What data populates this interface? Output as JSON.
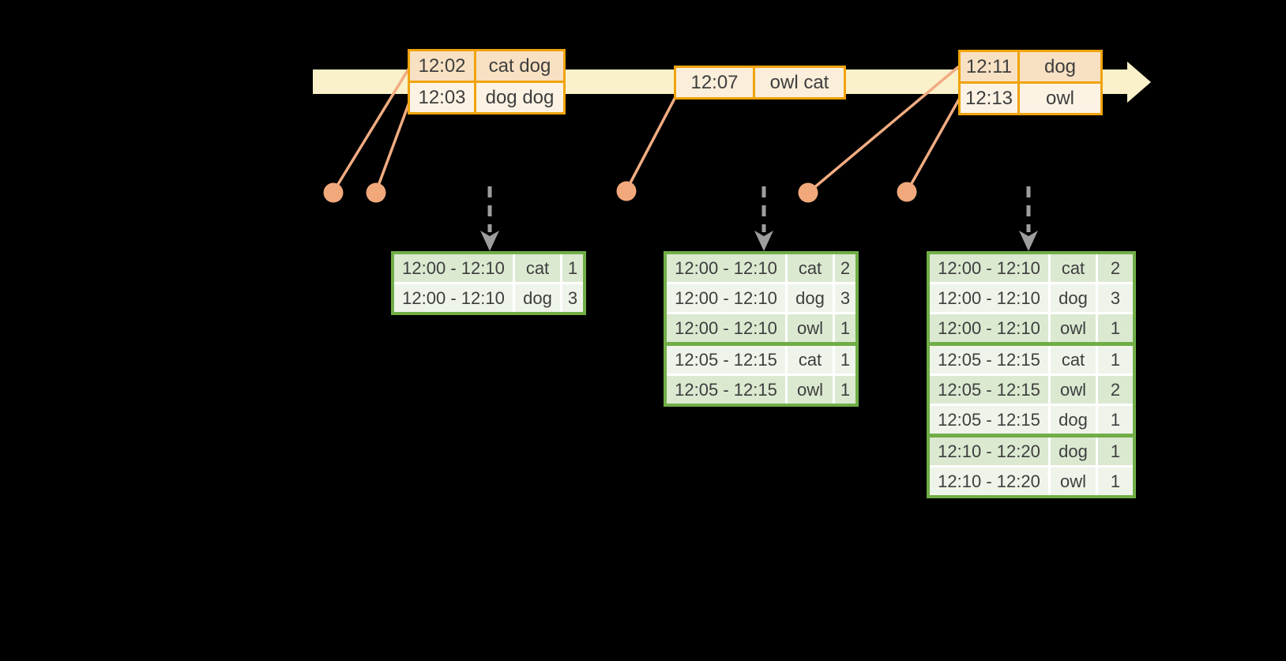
{
  "palette": {
    "background": "#000000",
    "timeline_fill": "#FAF1CA",
    "event_table_border": "#F0A30C",
    "event_row_dark": "#F8E1C2",
    "event_row_light": "#FCF3E4",
    "event_row_cream": "#FBEEDA",
    "connector_line": "#F1AC82",
    "event_dot": "#F1A97C",
    "trigger_arrow": "#9E9E9E",
    "result_table_border": "#70AD47",
    "result_row_dark": "#DBE9D1",
    "result_row_light": "#EFF4EA",
    "cell_divider": "#FFFFFF",
    "text": "#3E3E3E"
  },
  "event_tables": [
    {
      "rows": [
        {
          "time": "12:02",
          "words": "cat dog"
        },
        {
          "time": "12:03",
          "words": "dog dog"
        }
      ]
    },
    {
      "rows": [
        {
          "time": "12:07",
          "words": "owl cat"
        }
      ]
    },
    {
      "rows": [
        {
          "time": "12:11",
          "words": "dog"
        },
        {
          "time": "12:13",
          "words": "owl"
        }
      ]
    }
  ],
  "result_tables": [
    {
      "groups": [
        {
          "rows": [
            {
              "window": "12:00 - 12:10",
              "word": "cat",
              "count": "1"
            },
            {
              "window": "12:00 - 12:10",
              "word": "dog",
              "count": "3"
            }
          ]
        }
      ]
    },
    {
      "groups": [
        {
          "rows": [
            {
              "window": "12:00 - 12:10",
              "word": "cat",
              "count": "2"
            },
            {
              "window": "12:00 - 12:10",
              "word": "dog",
              "count": "3"
            },
            {
              "window": "12:00 - 12:10",
              "word": "owl",
              "count": "1"
            }
          ]
        },
        {
          "rows": [
            {
              "window": "12:05 - 12:15",
              "word": "cat",
              "count": "1"
            },
            {
              "window": "12:05 - 12:15",
              "word": "owl",
              "count": "1"
            }
          ]
        }
      ]
    },
    {
      "groups": [
        {
          "rows": [
            {
              "window": "12:00 - 12:10",
              "word": "cat",
              "count": "2"
            },
            {
              "window": "12:00 - 12:10",
              "word": "dog",
              "count": "3"
            },
            {
              "window": "12:00 - 12:10",
              "word": "owl",
              "count": "1"
            }
          ]
        },
        {
          "rows": [
            {
              "window": "12:05 - 12:15",
              "word": "cat",
              "count": "1"
            },
            {
              "window": "12:05 - 12:15",
              "word": "owl",
              "count": "2"
            },
            {
              "window": "12:05 - 12:15",
              "word": "dog",
              "count": "1"
            }
          ]
        },
        {
          "rows": [
            {
              "window": "12:10 - 12:20",
              "word": "dog",
              "count": "1"
            },
            {
              "window": "12:10 - 12:20",
              "word": "owl",
              "count": "1"
            }
          ]
        }
      ]
    }
  ]
}
